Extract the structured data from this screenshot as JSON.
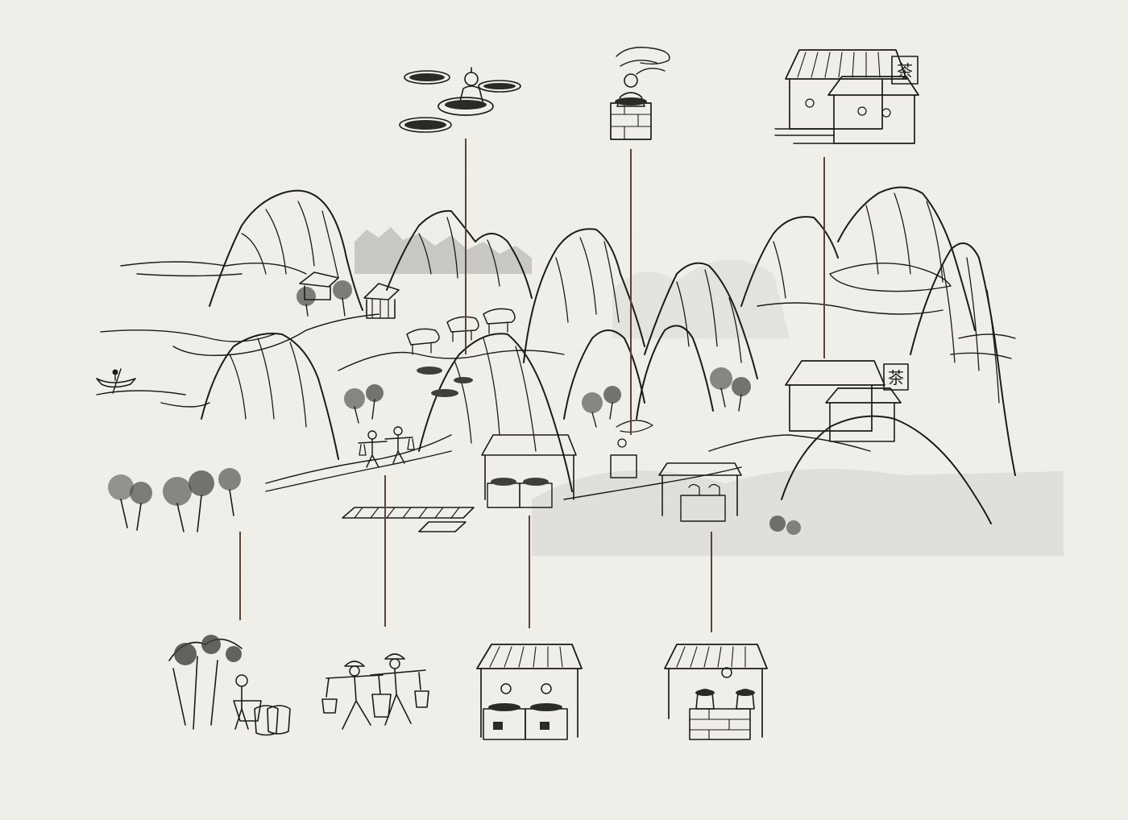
{
  "scene": {
    "style": "ink-wash tea production landscape",
    "colors": {
      "paper": "#f1efe9",
      "ink": "#1b1b1b",
      "wash": "#d9d8d4",
      "leader_line": "#5b4438"
    }
  },
  "tea_house": {
    "sign_char": "茶"
  },
  "stages": [
    {
      "id": "withering",
      "icon": "spreading-leaves-on-trays-icon"
    },
    {
      "id": "steaming",
      "icon": "steaming-stove-icon"
    },
    {
      "id": "tea-house",
      "icon": "tea-house-icon"
    },
    {
      "id": "picking",
      "icon": "tea-picking-icon"
    },
    {
      "id": "carrying",
      "icon": "porters-with-baskets-icon"
    },
    {
      "id": "pan-firing",
      "icon": "pan-firing-stall-icon"
    },
    {
      "id": "drying",
      "icon": "drying-stall-icon"
    }
  ]
}
